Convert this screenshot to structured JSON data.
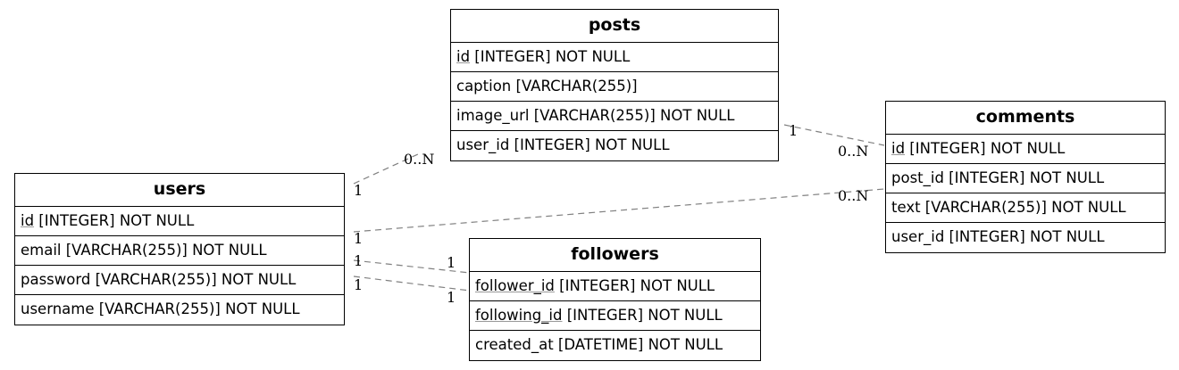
{
  "entities": {
    "posts": {
      "name": "posts",
      "columns": [
        {
          "key": "id",
          "rest": " [INTEGER] NOT NULL"
        },
        {
          "text": "caption [VARCHAR(255)]"
        },
        {
          "text": "image_url [VARCHAR(255)] NOT NULL"
        },
        {
          "text": "user_id [INTEGER] NOT NULL"
        }
      ]
    },
    "comments": {
      "name": "comments",
      "columns": [
        {
          "key": "id",
          "rest": " [INTEGER] NOT NULL"
        },
        {
          "text": "post_id [INTEGER] NOT NULL"
        },
        {
          "text": "text [VARCHAR(255)] NOT NULL"
        },
        {
          "text": "user_id [INTEGER] NOT NULL"
        }
      ]
    },
    "users": {
      "name": "users",
      "columns": [
        {
          "key": "id",
          "rest": " [INTEGER] NOT NULL"
        },
        {
          "text": "email [VARCHAR(255)] NOT NULL"
        },
        {
          "text": "password [VARCHAR(255)] NOT NULL"
        },
        {
          "text": "username [VARCHAR(255)] NOT NULL"
        }
      ]
    },
    "followers": {
      "name": "followers",
      "columns": [
        {
          "key": "follower_id",
          "rest": " [INTEGER] NOT NULL"
        },
        {
          "key": "following_id",
          "rest": " [INTEGER] NOT NULL"
        },
        {
          "text": "created_at [DATETIME] NOT NULL"
        }
      ]
    }
  },
  "relationships": [
    {
      "from": "users",
      "to": "posts",
      "from_card": "1",
      "to_card": "0..N"
    },
    {
      "from": "posts",
      "to": "comments",
      "from_card": "1",
      "to_card": "0..N"
    },
    {
      "from": "users",
      "to": "comments",
      "from_card": "1",
      "to_card": "0..N"
    },
    {
      "from": "users",
      "to": "followers",
      "from_card": "1",
      "to_card": "1"
    },
    {
      "from": "users",
      "to": "followers",
      "from_card": "1",
      "to_card": "1"
    }
  ]
}
